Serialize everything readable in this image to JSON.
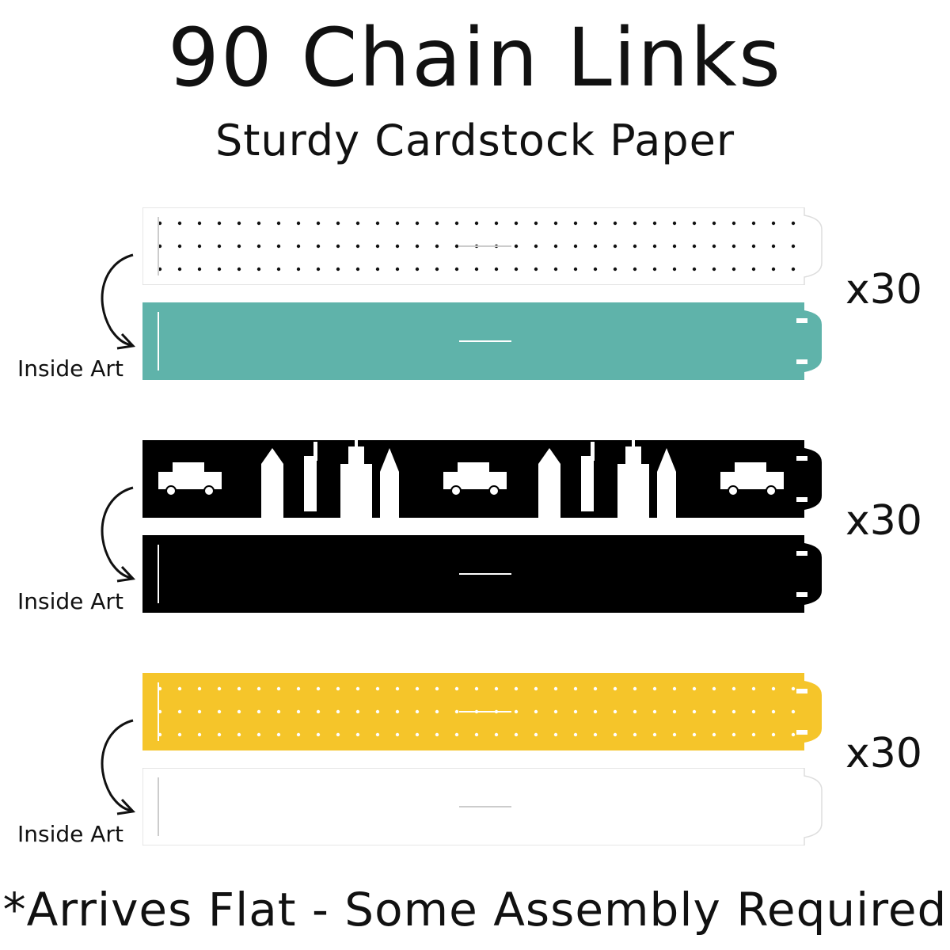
{
  "header": {
    "title": "90 Chain Links",
    "subtitle": "Sturdy Cardstock Paper"
  },
  "groups": [
    {
      "quantity": "x30",
      "inside_label": "Inside Art",
      "outer_pattern": "black-dots-on-white",
      "inside_color": "#5fb3aa"
    },
    {
      "quantity": "x30",
      "inside_label": "Inside Art",
      "outer_pattern": "new-york-city-icons-on-black",
      "inside_color": "#000000"
    },
    {
      "quantity": "x30",
      "inside_label": "Inside Art",
      "outer_pattern": "white-dots-on-yellow",
      "inside_color": "#ffffff"
    }
  ],
  "colors": {
    "teal": "#5fb3aa",
    "black": "#000000",
    "yellow": "#f5c52a",
    "white": "#ffffff"
  },
  "footer": {
    "note": "*Arrives Flat - Some Assembly Required"
  }
}
